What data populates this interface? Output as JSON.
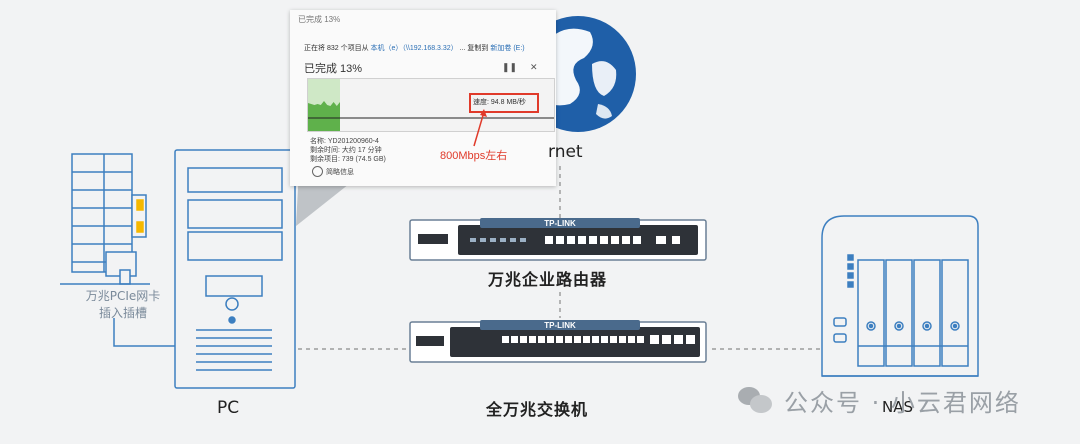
{
  "labels": {
    "pc": "PC",
    "nas": "NAS",
    "router": "万兆企业路由器",
    "switch": "全万兆交换机",
    "pcie_card_line1": "万兆PCIe网卡",
    "pcie_card_line2": "插入插槽",
    "internet_fragment": "rnet"
  },
  "device_brand": "TP-LINK",
  "watermark": {
    "text": "公众号 · 小云君网络",
    "icon": "wechat-icon"
  },
  "copy_dialog": {
    "title": "已完成 13%",
    "status_prefix": "正在将 832 个项目从",
    "status_source": "本机（e）（\\\\192.168.3.32）",
    "status_middle": "... 复制到",
    "status_dest": "新加卷 (E:)",
    "progress_label": "已完成 13%",
    "progress_percent": 13,
    "pause_icon": "pause-icon",
    "close_icon": "close-icon",
    "speed": "速度: 94.8 MB/秒",
    "name": "名称: YD201200960-4",
    "time_left": "剩余时间: 大约 17 分钟",
    "items_left": "剩余项目: 739 (74.5 GB)",
    "more_info": "简略信息",
    "annotation": "800Mbps左右"
  },
  "colors": {
    "line_blue": "#3d7fc0",
    "dashed_link": "#8a8a8a",
    "accent_red": "#e03a2a",
    "graph_green": "#5fb14b",
    "router_body": "#ffffff",
    "router_panel": "#2e3238"
  }
}
